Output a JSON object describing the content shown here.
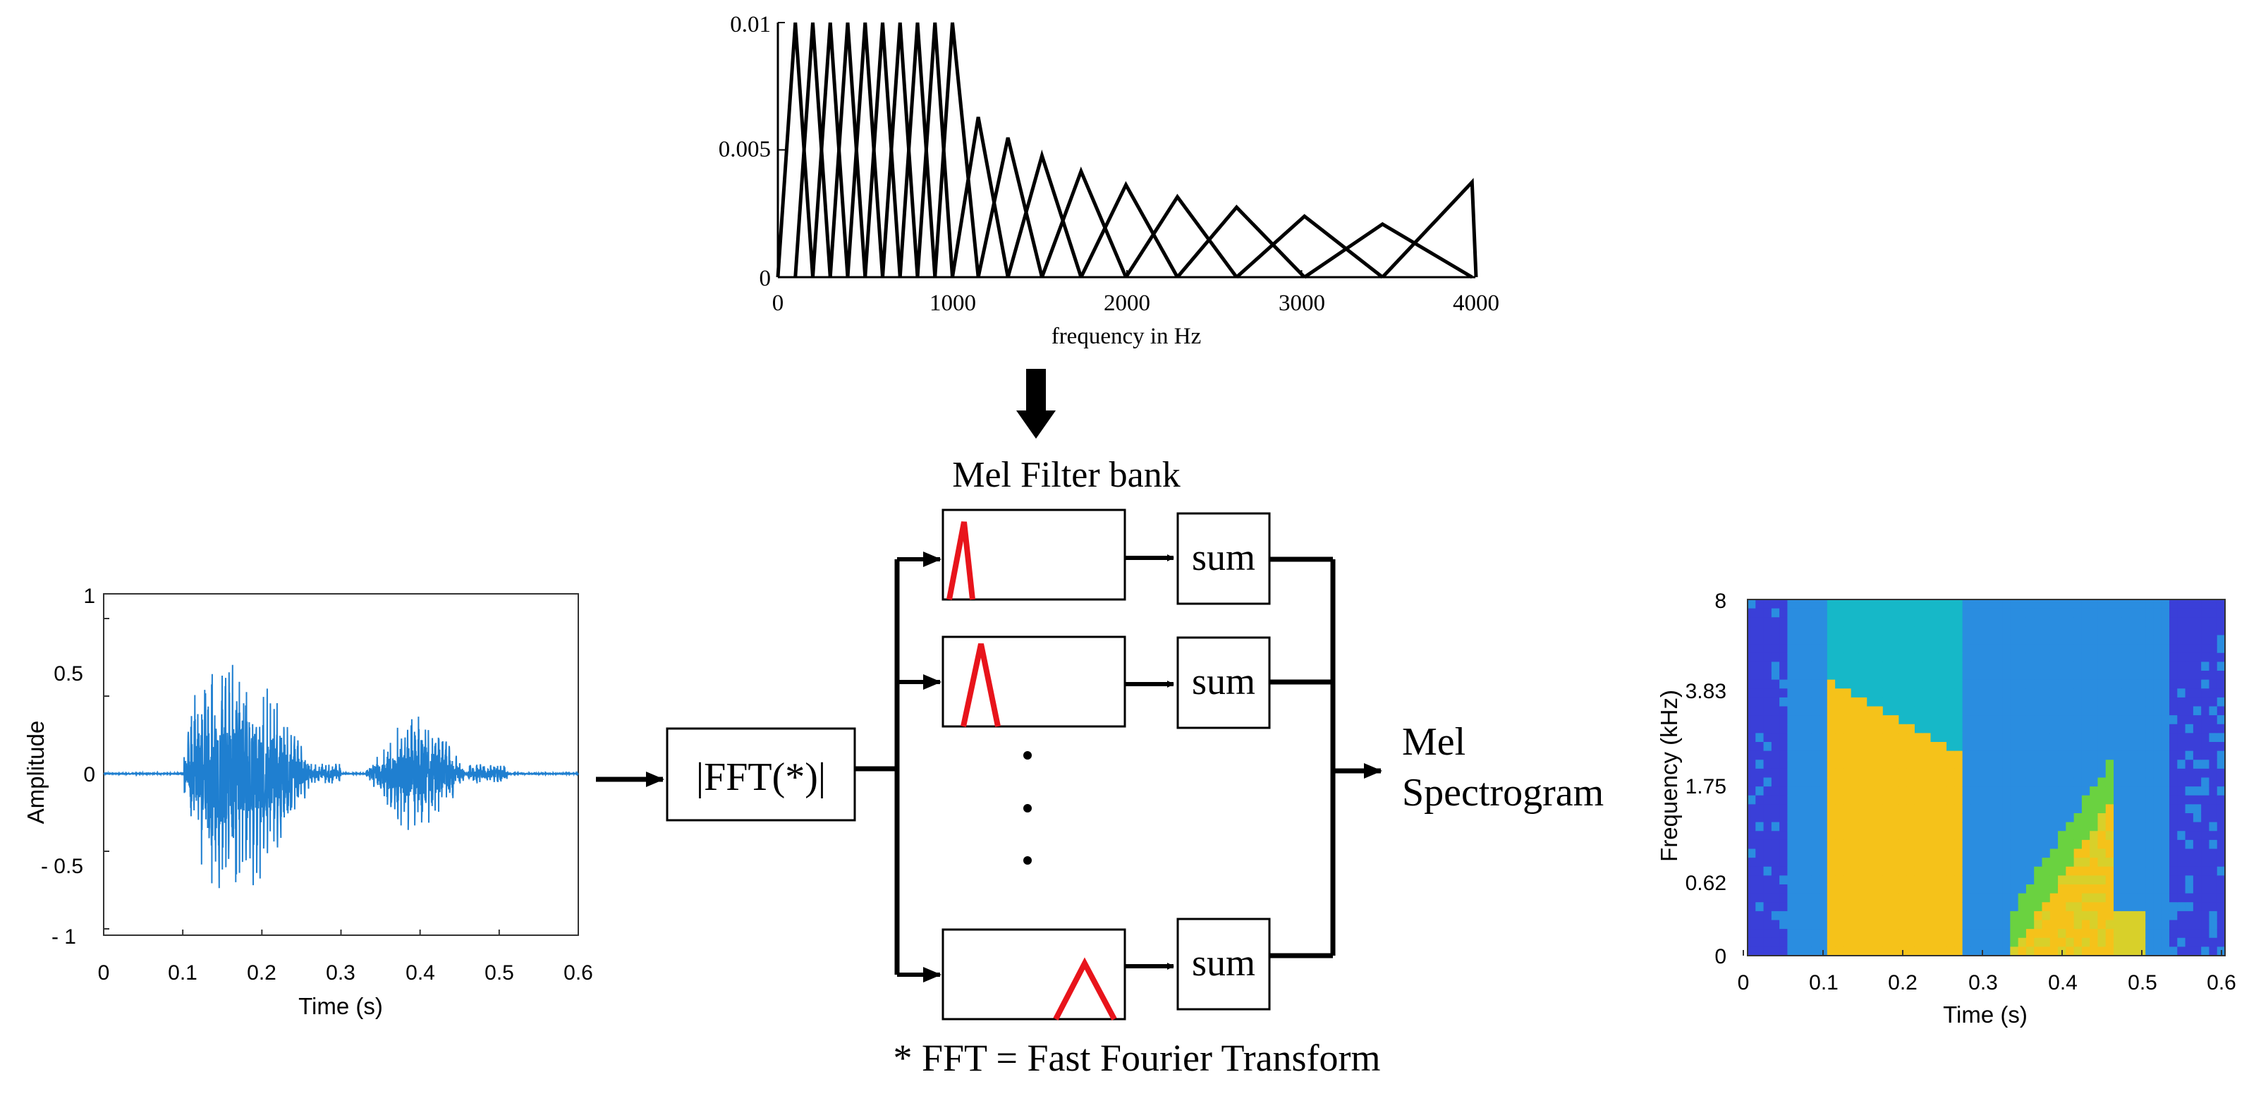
{
  "filterbank": {
    "y_ticks": [
      "0.01",
      "0.005",
      "0"
    ],
    "x_ticks": [
      "0",
      "1000",
      "2000",
      "3000",
      "4000"
    ],
    "xlabel": "frequency in Hz"
  },
  "diagram": {
    "filterbank_label": "Mel Filter bank",
    "fft_label": "|FFT(*)|",
    "sum_label": "sum",
    "output_label_line1": "Mel",
    "output_label_line2": "Spectrogram",
    "footnote": "* FFT = Fast Fourier Transform"
  },
  "waveform": {
    "ylabel": "Amplitude",
    "xlabel": "Time (s)",
    "y_ticks": [
      "1",
      "0.5",
      "0",
      "- 0.5",
      "- 1"
    ],
    "x_ticks": [
      "0",
      "0.1",
      "0.2",
      "0.3",
      "0.4",
      "0.5",
      "0.6"
    ],
    "line_color": "#1f7fd0"
  },
  "spectrogram": {
    "ylabel": "Frequency (kHz)",
    "xlabel": "Time (s)",
    "y_ticks": [
      "8",
      "3.83",
      "1.75",
      "0.62",
      "0"
    ],
    "x_ticks": [
      "0",
      "0.1",
      "0.2",
      "0.3",
      "0.4",
      "0.5",
      "0.6"
    ]
  },
  "colors": {
    "filter_red": "#e8141b",
    "spec_low": "#3a3fd8",
    "spec_mid": "#16b8c8",
    "spec_green": "#6ad240",
    "spec_high": "#f5c21a"
  }
}
